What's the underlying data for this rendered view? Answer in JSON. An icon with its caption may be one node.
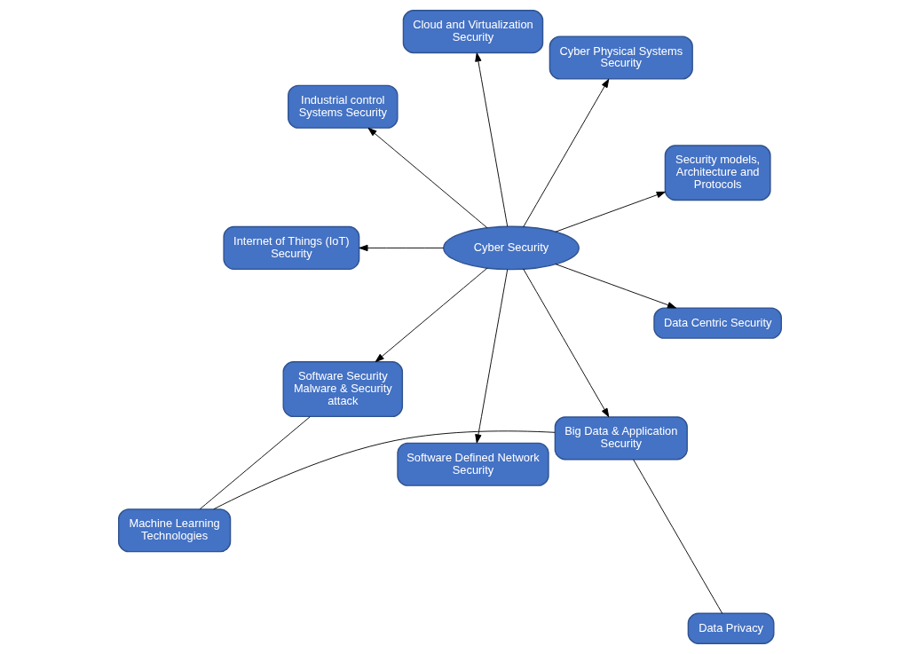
{
  "diagram": {
    "nodes": [
      {
        "text": [
          "Cyber Security"
        ]
      },
      {
        "text": [
          "Security models, Architecture and Protocols"
        ]
      },
      {
        "text": [
          "Cyber Physical Systems Security"
        ]
      },
      {
        "text": [
          "Cloud and Virtualization Security"
        ]
      },
      {
        "text": [
          "Industrial control Systems Security"
        ]
      },
      {
        "text": [
          "Internet of Things (IoT) Security"
        ]
      },
      {
        "text": [
          "Software Security Malware & Security attack"
        ]
      },
      {
        "text": [
          "Software Defined Network Security"
        ]
      },
      {
        "text": [
          "Big Data & Application Security"
        ]
      },
      {
        "text": [
          "Machine Learning Technologies"
        ]
      },
      {
        "text": [
          "Data Centric Security"
        ]
      },
      {
        "text": [
          "Data Privacy"
        ]
      }
    ],
    "edges": [
      {
        "from": 0,
        "to": 1,
        "arrow": "to"
      },
      {
        "from": 0,
        "to": 2,
        "arrow": "to"
      },
      {
        "from": 0,
        "to": 3,
        "arrow": "to"
      },
      {
        "from": 0,
        "to": 4,
        "arrow": "to"
      },
      {
        "from": 0,
        "to": 5,
        "arrow": "to"
      },
      {
        "from": 0,
        "to": 6,
        "arrow": "to"
      },
      {
        "from": 0,
        "to": 7,
        "arrow": "to"
      },
      {
        "from": 0,
        "to": 8,
        "arrow": "to"
      },
      {
        "from": 0,
        "to": 10,
        "arrow": "to"
      },
      {
        "from": 6,
        "to": 9,
        "arrow": "none"
      },
      {
        "from": 8,
        "to": 9,
        "arrow": "none"
      },
      {
        "from": 8,
        "to": 11,
        "arrow": "none"
      }
    ]
  }
}
